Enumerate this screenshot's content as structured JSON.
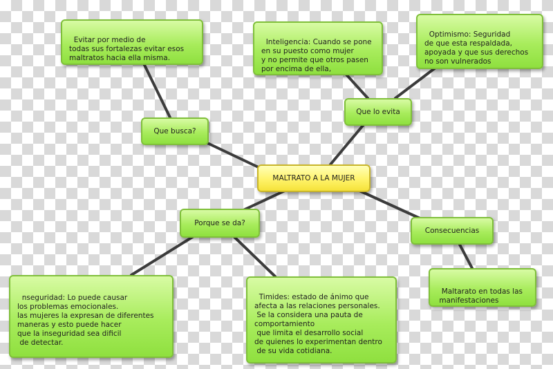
{
  "nodes": {
    "center": "MALTRATO A LA MUJER",
    "que_busca": "Que busca?",
    "que_lo_evita": "Que lo evita",
    "porque_se_da": "Porque se da?",
    "consecuencias": "Consecuencias",
    "evitar": "Evitar por medio de\ntodas sus fortalezas evitar esos\nmaltratos hacia ella misma.",
    "inteligencia": "Inteligencia: Cuando se pone\nen su puesto como mujer\ny no permite que otros pasen\npor encima de ella,",
    "optimismo": "Optimismo: Seguridad\nde que esta respaldada,\napoyada y que sus derechos\nno son vulnerados",
    "inseguridad": "nseguridad: Lo puede causar\nlos problemas emocionales.\nlas mujeres la expresan de diferentes\nmaneras y esto puede hacer\nque la inseguridad sea dificil\n de detectar.",
    "timidez": "Timides: estado de ánimo que\nafecta a las relaciones personales.\n Se la considera una pauta de\ncomportamiento\n que limita el desarrollo social\nde quienes lo experimentan dentro\n de su vida cotidiana.",
    "maltrato_manifestaciones": "Maltarato en todas las\n manifestaciones"
  }
}
